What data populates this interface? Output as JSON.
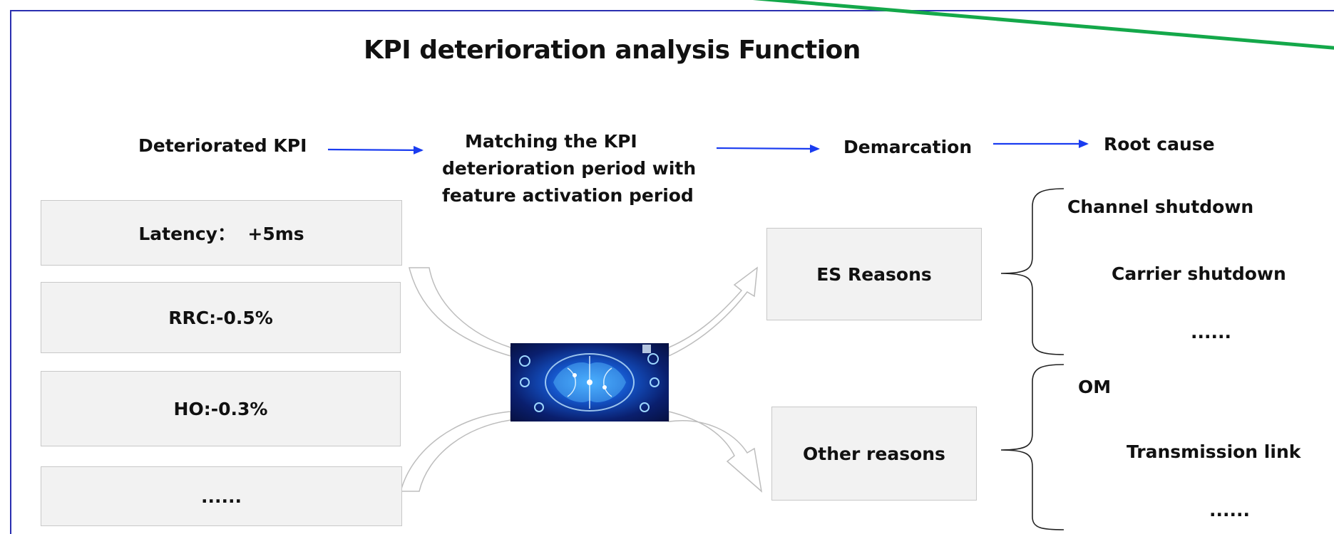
{
  "title": "KPI deterioration analysis Function",
  "steps": {
    "deteriorated_kpi": "Deteriorated KPI",
    "matching": "Matching the KPI deterioration period with feature activation period",
    "demarcation": "Demarcation",
    "root_cause": "Root cause"
  },
  "kpi_boxes": [
    "Latency：  +5ms",
    "RRC:-0.5%",
    "HO:-0.3%",
    "......"
  ],
  "demarcation_boxes": [
    "ES Reasons",
    "Other reasons"
  ],
  "root_causes": {
    "es": [
      "Channel shutdown",
      "Carrier shutdown",
      "......"
    ],
    "other": [
      "OM",
      "Transmission link",
      "......"
    ]
  },
  "colors": {
    "frame": "#2a2fb0",
    "arrow": "#1a3cf0",
    "decor_line": "#14a84a",
    "box_fill": "#f2f2f2",
    "box_border": "#c8c8c8"
  },
  "icons": {
    "ai_image": "brain-network-icon"
  }
}
